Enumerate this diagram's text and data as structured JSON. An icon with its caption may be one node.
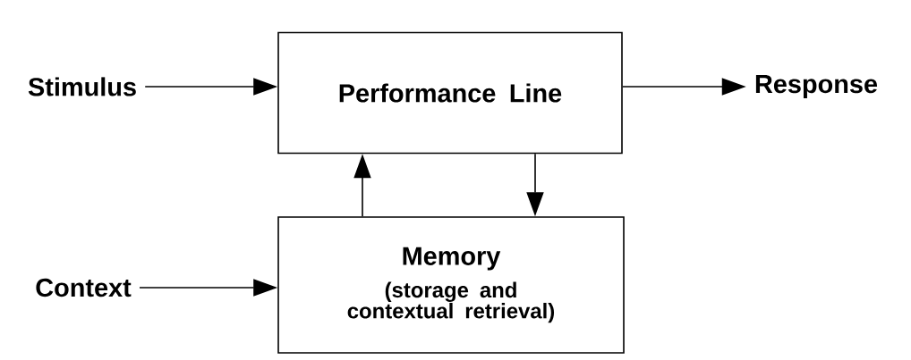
{
  "diagram": {
    "nodes": [
      {
        "text": [
          "Stimulus"
        ]
      },
      {
        "text": [
          "Performance Line"
        ]
      },
      {
        "text": [
          "Response"
        ]
      },
      {
        "text": [
          "Memory",
          "(storage and contextual retrieval)"
        ]
      },
      {
        "text": [
          "Context"
        ]
      }
    ],
    "edges": [
      {
        "from": 0,
        "to": 1,
        "arrow": "to"
      },
      {
        "from": 1,
        "to": 2,
        "arrow": "to"
      },
      {
        "from": 3,
        "to": 1,
        "arrow": "to"
      },
      {
        "from": 1,
        "to": 3,
        "arrow": "to"
      },
      {
        "from": 4,
        "to": 3,
        "arrow": "to"
      }
    ]
  }
}
